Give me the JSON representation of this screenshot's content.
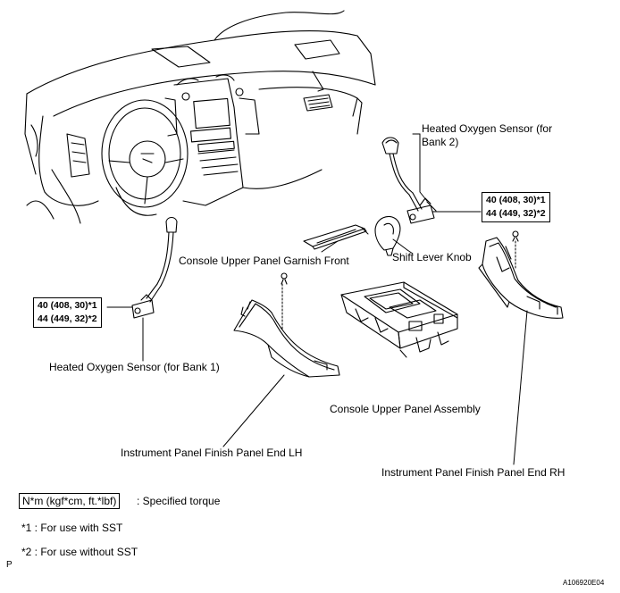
{
  "labels": {
    "sensor_bank2": "Heated Oxygen Sensor (for Bank 2)",
    "shift_knob": "Shift Lever Knob",
    "garnish_front": "Console Upper Panel Garnish Front",
    "sensor_bank1": "Heated Oxygen Sensor (for Bank 1)",
    "upper_panel_assembly": "Console Upper Panel Assembly",
    "finish_end_lh": "Instrument Panel Finish Panel End LH",
    "finish_end_rh": "Instrument Panel Finish Panel End RH"
  },
  "torque_right": {
    "line1": "40 (408, 30)*1",
    "line2": "44 (449, 32)*2"
  },
  "torque_left": {
    "line1": "40 (408, 30)*1",
    "line2": "44 (449, 32)*2"
  },
  "legend": {
    "unit_box": "N*m (kgf*cm, ft.*lbf)",
    "unit_desc": ": Specified torque",
    "note1": "*1 : For use with SST",
    "note2": "*2 : For use without SST"
  },
  "corner_mark": "P",
  "figure_code": "A106920E04"
}
